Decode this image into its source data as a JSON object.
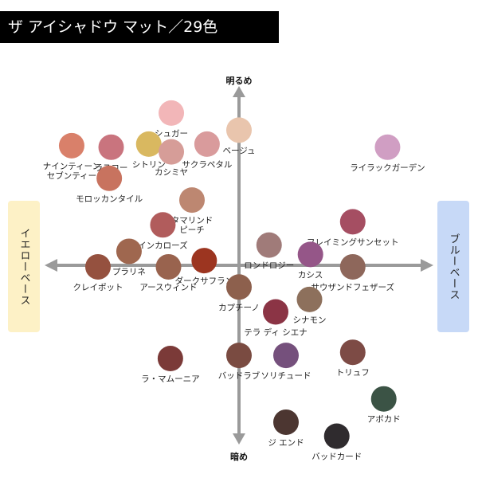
{
  "title": "ザ アイシャドウ マット／29色",
  "axes": {
    "top": "明るめ",
    "bottom": "暗め",
    "left": "イエローベース",
    "right": "ブルーベース"
  },
  "colors": {
    "axis": "#9a9a9a",
    "yellow_base_bg": "#fdf1c6",
    "blue_base_bg": "#c7d9f7",
    "title_bg": "#000000"
  },
  "shades": [
    {
      "name": "シュガー",
      "color": "#f2b6b8",
      "h": -0.72,
      "v": 0.98
    },
    {
      "name": "ベージュ",
      "color": "#e9c5ad",
      "h": 0.0,
      "v": 0.87
    },
    {
      "name": "ナインティーン\nセブンティー",
      "color": "#d9806a",
      "h": -1.78,
      "v": 0.77
    },
    {
      "name": "ラスコー",
      "color": "#c9747e",
      "h": -1.36,
      "v": 0.76
    },
    {
      "name": "シトリン",
      "color": "#d9b860",
      "h": -0.96,
      "v": 0.78
    },
    {
      "name": "カシミヤ",
      "color": "#d69d98",
      "h": -0.72,
      "v": 0.73
    },
    {
      "name": "サクラペタル",
      "color": "#d99b9c",
      "h": -0.34,
      "v": 0.78
    },
    {
      "name": "モロッカンタイル",
      "color": "#c8735f",
      "h": -1.38,
      "v": 0.56
    },
    {
      "name": "タマリンド\nピーチ",
      "color": "#bd8771",
      "h": -0.5,
      "v": 0.42
    },
    {
      "name": "インカローズ",
      "color": "#b15c5c",
      "h": -0.81,
      "v": 0.26
    },
    {
      "name": "プラリネ",
      "color": "#9f674f",
      "h": -1.17,
      "v": 0.09
    },
    {
      "name": "クレイポット",
      "color": "#95513f",
      "h": -1.5,
      "v": -0.01
    },
    {
      "name": "アースウィンド",
      "color": "#99634e",
      "h": -0.75,
      "v": -0.01
    },
    {
      "name": "ダークサフラン",
      "color": "#9c3520",
      "h": -0.37,
      "v": 0.03
    },
    {
      "name": "ロンドロジー",
      "color": "#a07b79",
      "h": 0.32,
      "v": 0.13
    },
    {
      "name": "フレイミングサンセット",
      "color": "#a54e62",
      "h": 1.21,
      "v": 0.28
    },
    {
      "name": "カシス",
      "color": "#955688",
      "h": 0.76,
      "v": 0.07
    },
    {
      "name": "サウザンドフェザーズ",
      "color": "#8e675b",
      "h": 1.21,
      "v": -0.01
    },
    {
      "name": "ライラックガーデン",
      "color": "#d09ec3",
      "h": 1.58,
      "v": 0.76
    },
    {
      "name": "カプチーノ",
      "color": "#8d604d",
      "h": 0.0,
      "v": -0.14
    },
    {
      "name": "シナモン",
      "color": "#8d705c",
      "h": 0.75,
      "v": -0.22
    },
    {
      "name": "テラ ディ シエナ",
      "color": "#8b3445",
      "h": 0.39,
      "v": -0.3
    },
    {
      "name": "ラ・マムーニア",
      "color": "#7b3a38",
      "h": -0.73,
      "v": -0.6
    },
    {
      "name": "バッドラブ",
      "color": "#7a4b41",
      "h": 0.0,
      "v": -0.58
    },
    {
      "name": "ソリチュード",
      "color": "#75507c",
      "h": 0.5,
      "v": -0.58
    },
    {
      "name": "トリュフ",
      "color": "#7d4b45",
      "h": 1.21,
      "v": -0.56
    },
    {
      "name": "アボカド",
      "color": "#3b5345",
      "h": 1.54,
      "v": -0.86
    },
    {
      "name": "ジ エンド",
      "color": "#4c3631",
      "h": 0.5,
      "v": -1.01
    },
    {
      "name": "バッドカード",
      "color": "#2f2b2e",
      "h": 1.04,
      "v": -1.1
    }
  ]
}
